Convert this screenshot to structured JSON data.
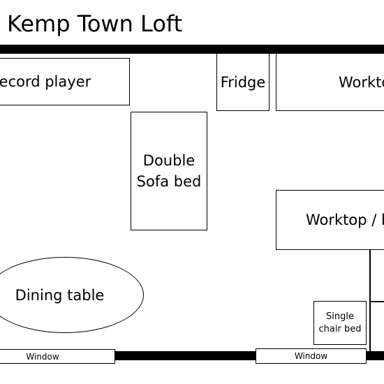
{
  "title": "Kemp Town Loft",
  "furniture": {
    "record_player": "Record player",
    "fridge": "Fridge",
    "worktop_top": "Worktop",
    "sofa_bed_line1": "Double",
    "sofa_bed_line2": "Sofa bed",
    "worktop_middle": "Worktop / b",
    "dining_table": "Dining table",
    "single_chair_bed_line1": "Single",
    "single_chair_bed_line2": "chair bed"
  },
  "windows": {
    "left": "Window",
    "right": "Window"
  }
}
